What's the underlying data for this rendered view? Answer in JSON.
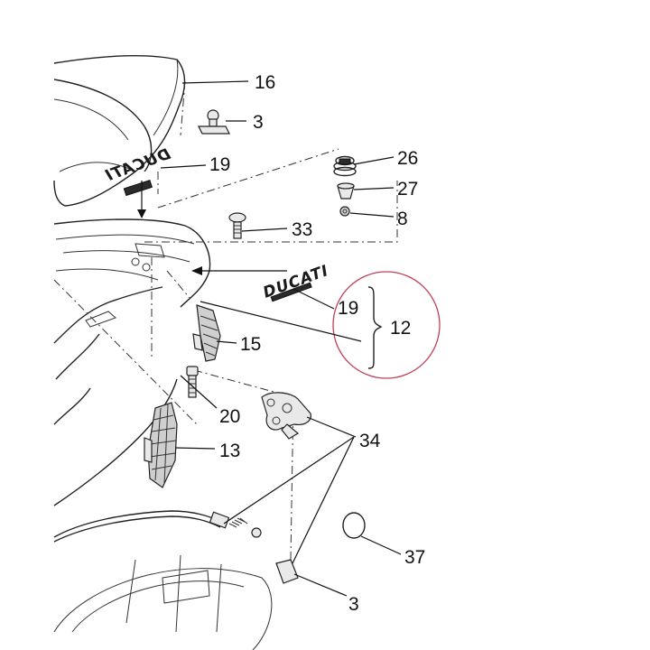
{
  "callouts": {
    "c16": "16",
    "c3": "3",
    "c19a": "19",
    "c26": "26",
    "c27": "27",
    "c8": "8",
    "c33": "33",
    "c19b": "19",
    "c12": "12",
    "c15": "15",
    "c20": "20",
    "c13": "13",
    "c34": "34",
    "c37": "37",
    "c_partial": "3"
  },
  "decals": {
    "seat_mirrored": "DUCATI",
    "upper": "DUCATI"
  },
  "colors": {
    "line": "#222222",
    "highlight_circle": "#c0405a"
  }
}
